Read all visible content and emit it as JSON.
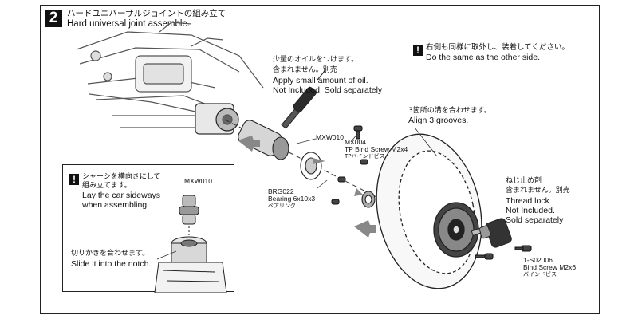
{
  "step": {
    "number": "2",
    "title_jp": "ハードユニバーサルジョイントの組み立て",
    "title_en": "Hard universal joint assemble."
  },
  "note_other_side": {
    "jp": "右側も同様に取外し、装着してください。",
    "en": "Do the same as the other side."
  },
  "oil_note": {
    "jp": "少量のオイルをつけます。",
    "jp2": "含まれません。別売",
    "en1": "Apply small amount of oil.",
    "en2": "Not Included. Sold separately"
  },
  "grooves_note": {
    "jp": "3箇所の溝を合わせます。",
    "en": "Align 3 grooves."
  },
  "parts": {
    "mxw010": "MXW010",
    "mx004_code": "MX004",
    "mx004_name": "TP Bind Screw M2x4",
    "mx004_jp": "TPバインドビス",
    "brg022_code": "BRG022",
    "brg022_name": "Bearing 6x10x3",
    "brg022_jp": "ベアリング",
    "s02006_code": "1-S02006",
    "s02006_name": "Bind Screw M2x6",
    "s02006_jp": "バインドビス"
  },
  "thread_lock": {
    "jp1": "ねじ止め剤",
    "jp2": "含まれません。別売",
    "en1": "Thread lock",
    "en2": "Not Included.",
    "en3": "Sold separately"
  },
  "inset": {
    "warn_jp1": "シャーシを横向きにして",
    "warn_jp2": "組み立てます。",
    "warn_en1": "Lay the car sideways",
    "warn_en2": "when assembling.",
    "part": "MXW010",
    "notch_jp": "切りかきを合わせます。",
    "notch_en": "Slide it into the notch."
  }
}
